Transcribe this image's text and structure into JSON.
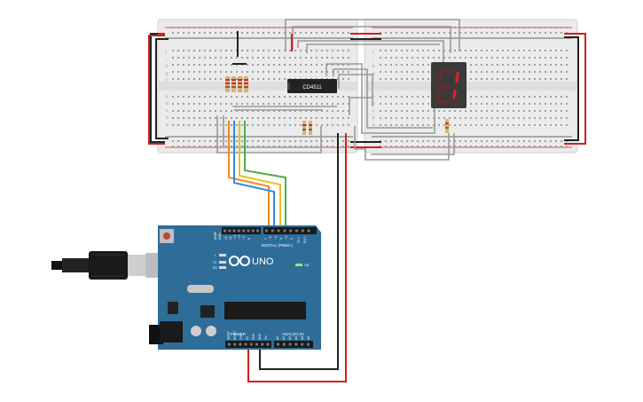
{
  "breadboard": {
    "row_letters_top": [
      "j",
      "i",
      "h",
      "g",
      "f"
    ],
    "row_letters_bottom": [
      "e",
      "d",
      "c",
      "b",
      "a"
    ]
  },
  "chip": {
    "label": "CD4511"
  },
  "seven_segment": {
    "digit": "1",
    "segment_color": "#e0221c"
  },
  "arduino": {
    "digital_label": "DIGITAL (PWM~)",
    "model": "UNO",
    "power_label": "POWER",
    "analog_label": "ANALOG IN",
    "on_label": "ON",
    "tx_label": "TX",
    "rx_label": "RX",
    "l_label": "L",
    "digital_pins": [
      "AREF",
      "GND",
      "13",
      "12",
      "~11",
      "~10",
      "~9",
      "8",
      "7",
      "~6",
      "~5",
      "4",
      "~3",
      "2",
      "TX 1",
      "RX 0"
    ],
    "power_pins": [
      "IOREF",
      "RESET",
      "3.3V",
      "5V",
      "GND",
      "GND",
      "Vin"
    ],
    "analog_pins": [
      "A0",
      "A1",
      "A2",
      "A3",
      "A4",
      "A5"
    ],
    "board_color": "#2f6d99"
  },
  "colors": {
    "wire_red": "#d1201e",
    "wire_black": "#222222",
    "wire_gray": "#9a9a9a",
    "wire_orange": "#f08a1c",
    "wire_blue": "#2d8be0",
    "wire_yellow": "#e8c21a",
    "wire_green": "#4bb04a"
  }
}
